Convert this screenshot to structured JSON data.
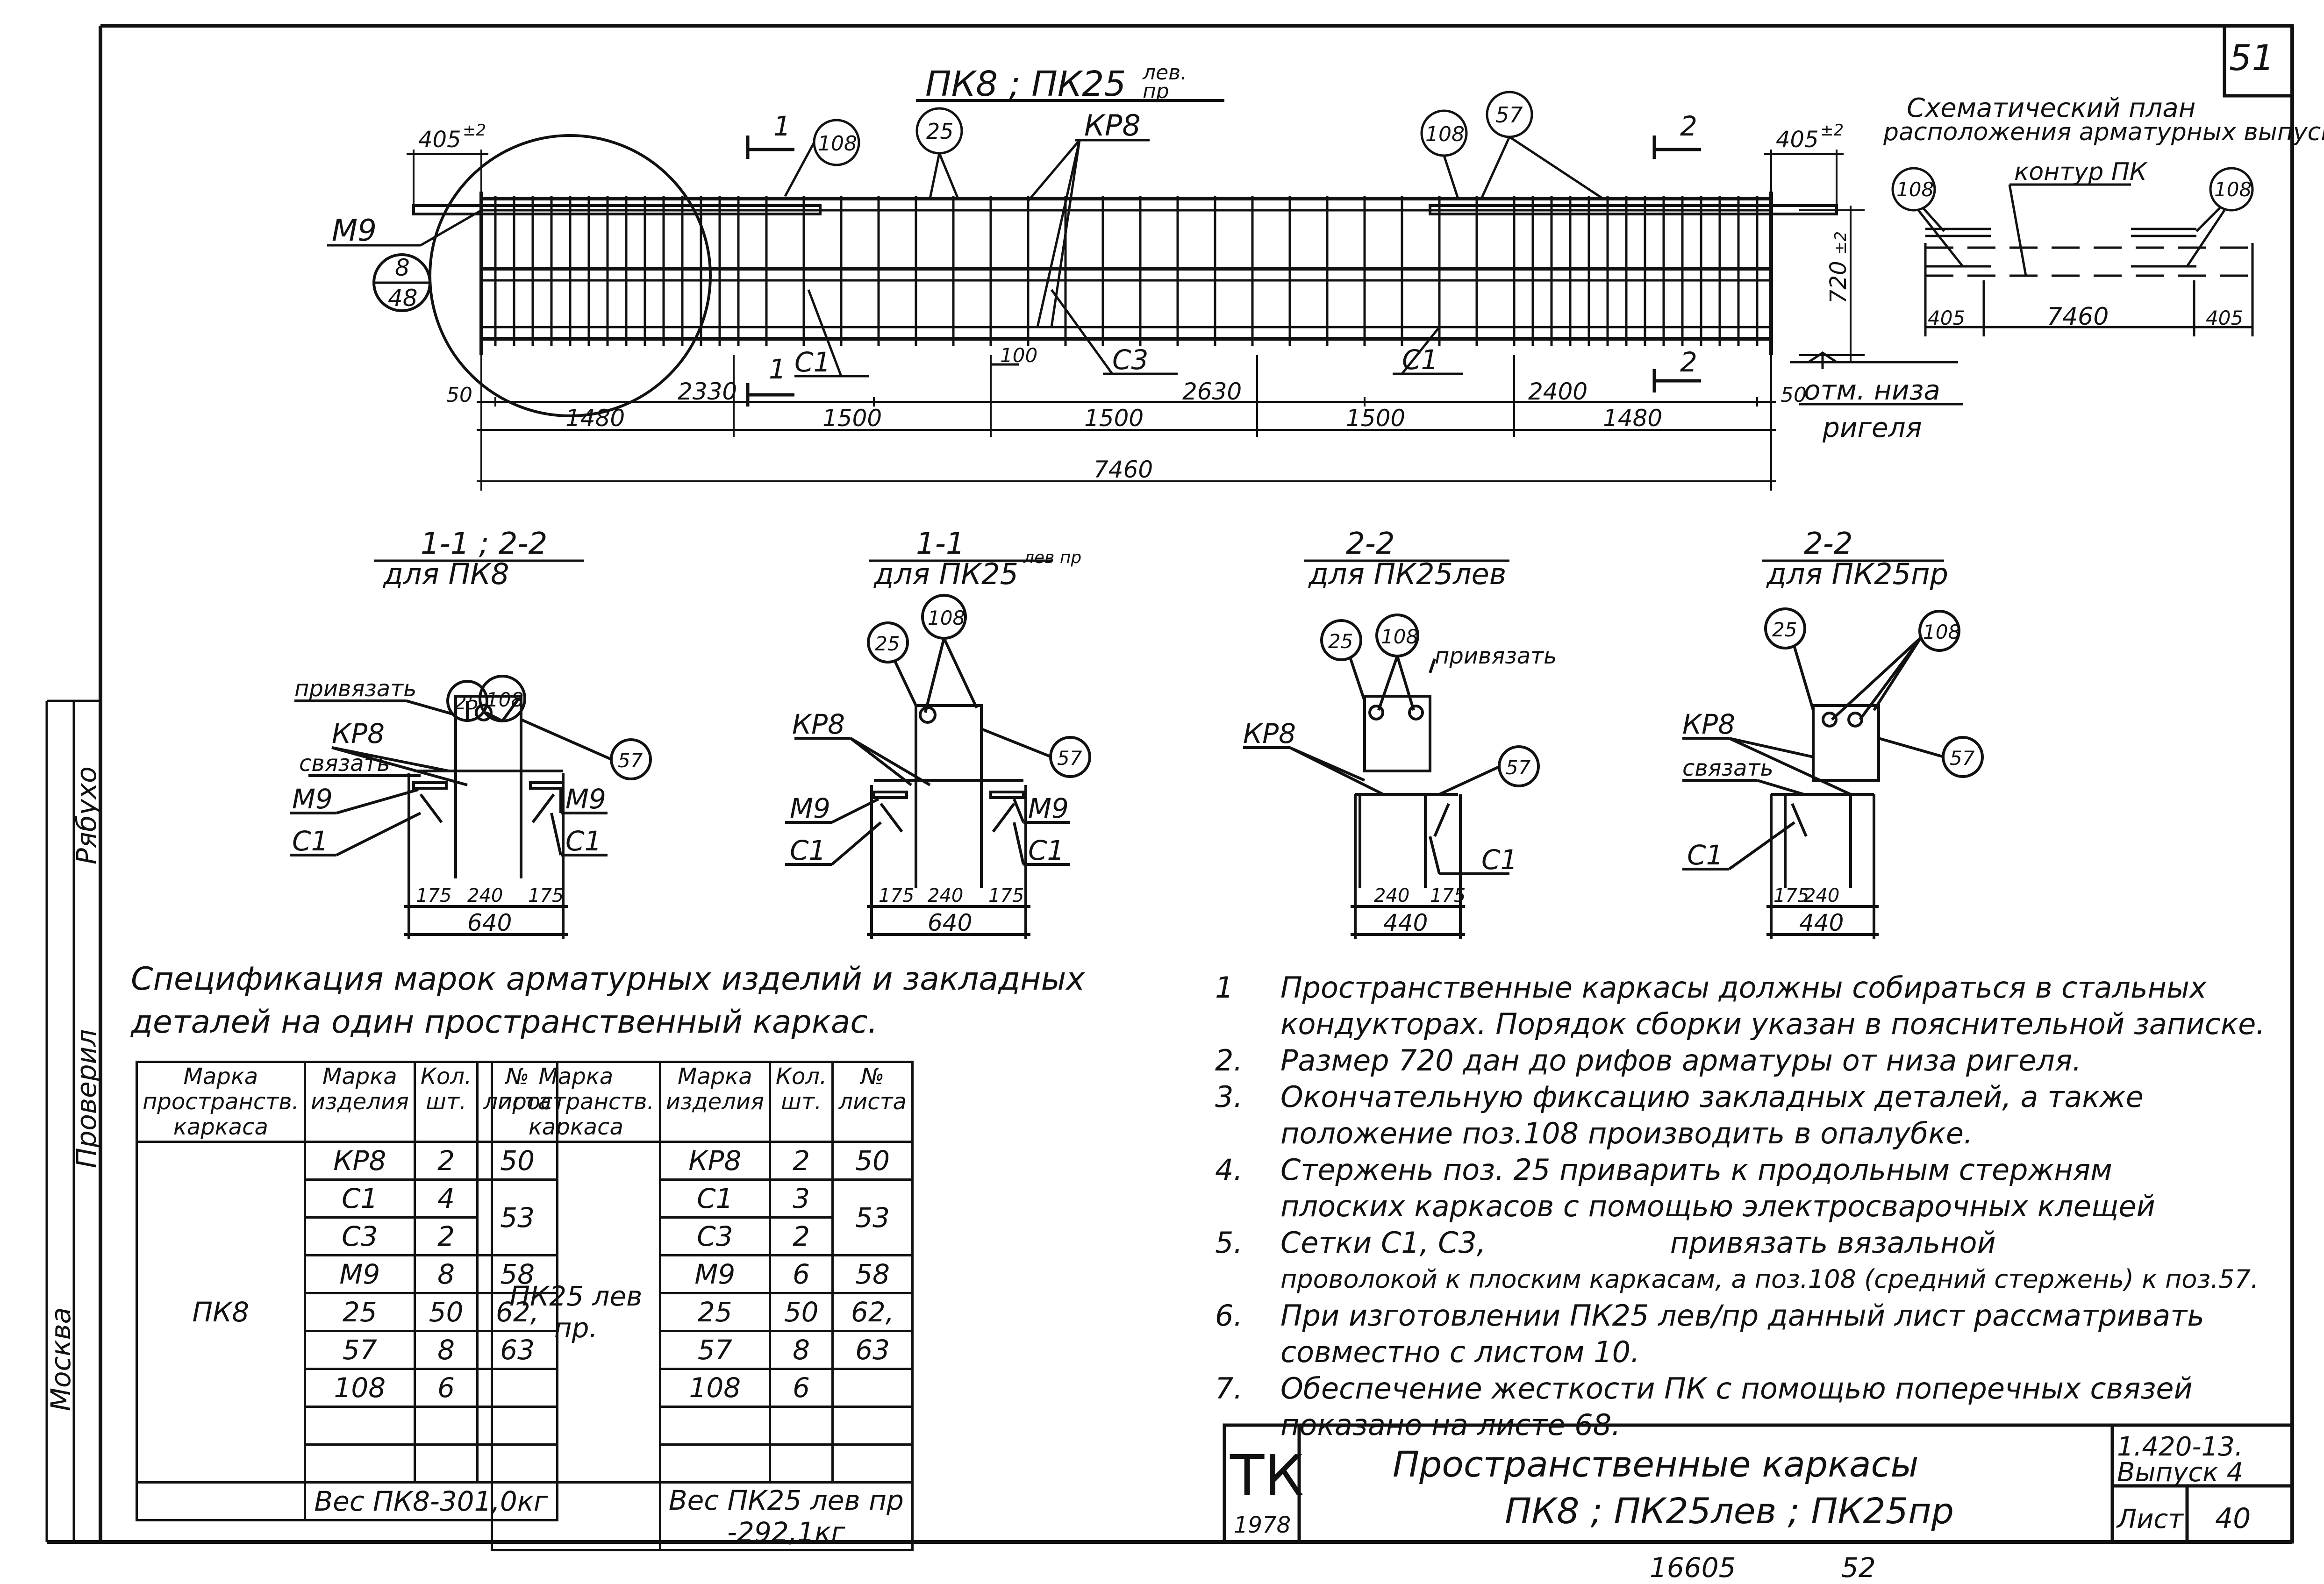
{
  "sheet": {
    "page_number": "51",
    "bottom_code": "16605",
    "bottom_page": "52"
  },
  "main_view": {
    "title": "ПК8 ; ПК25",
    "title_sub": "лев.",
    "title_sub2": "пр",
    "labels": {
      "m9": "М9",
      "callout_8_48_top": "8",
      "callout_8_48_bot": "48",
      "c108_left": "108",
      "c25": "25",
      "kp8": "КР8",
      "c108_right": "108",
      "c57": "57",
      "sec1": "1",
      "sec1b": "1",
      "sec2": "2",
      "sec2b": "2",
      "c1_left": "С1",
      "c3": "С3",
      "c1_right": "С1",
      "d100": "100",
      "d405_left": "405",
      "d405_right": "405",
      "tol": "±2",
      "d720": "720",
      "d720_tol": "±2",
      "d50_left": "50",
      "d50_right": "50",
      "d2330": "2330",
      "d2630": "2630",
      "d2400": "2400",
      "otm1": "отм. низа",
      "otm2": "ригеля"
    },
    "dims_bottom": [
      "1480",
      "1500",
      "1500",
      "1500",
      "1480"
    ],
    "dim_total": "7460"
  },
  "schematic": {
    "title1": "Схематический план",
    "title2": "расположения арматурных выпусков",
    "kontur": "контур ПК",
    "c108a": "108",
    "c108b": "108",
    "d405a": "405",
    "d7460": "7460",
    "d405b": "405"
  },
  "sections": [
    {
      "title": "1-1 ; 2-2",
      "sub": "для ПК8",
      "labels": {
        "c25": "25",
        "c108": "108",
        "c57": "57",
        "privyazat": "привязать",
        "kp8": "КР8",
        "svyazat": "связать",
        "m9a": "М9",
        "m9b": "М9",
        "c1a": "С1",
        "c1b": "С1"
      },
      "dims": [
        "175",
        "240",
        "175"
      ],
      "total": "640"
    },
    {
      "title": "1-1",
      "sub": "для ПК25",
      "sup": "лев пр",
      "labels": {
        "c25": "25",
        "c108": "108",
        "c57": "57",
        "kp8": "КР8",
        "m9a": "М9",
        "m9b": "М9",
        "c1a": "С1",
        "c1b": "С1"
      },
      "dims": [
        "175",
        "240",
        "175"
      ],
      "total": "640"
    },
    {
      "title": "2-2",
      "sub": "для ПК25лев",
      "labels": {
        "c25": "25",
        "c108": "108",
        "c57": "57",
        "privyazat": "привязать",
        "kp8": "КР8",
        "c1": "С1"
      },
      "dims": [
        "240",
        "175"
      ],
      "total": "440"
    },
    {
      "title": "2-2",
      "sub": "для ПК25пр",
      "labels": {
        "c25": "25",
        "c108": "108",
        "c57": "57",
        "kp8": "КР8",
        "svyazat": "связать",
        "c1": "С1"
      },
      "dims": [
        "175",
        "240"
      ],
      "total": "440"
    }
  ],
  "spec": {
    "title_line1": "Спецификация марок арматурных изделий и закладных",
    "title_line2": "деталей на один пространственный каркас.",
    "headers": [
      "Марка пространств. каркаса",
      "Марка изделия",
      "Кол. шт.",
      "№ листа"
    ],
    "table1": {
      "frame": "ПК8",
      "rows": [
        [
          "КР8",
          "2",
          "50"
        ],
        [
          "С1",
          "4",
          "53"
        ],
        [
          "С3",
          "2",
          ""
        ],
        [
          "М9",
          "8",
          "58"
        ],
        [
          "25",
          "50",
          "62,"
        ],
        [
          "57",
          "8",
          "63"
        ],
        [
          "108",
          "6",
          ""
        ]
      ],
      "weight": "Вес ПК8-301,0кг"
    },
    "table2": {
      "frame": "ПК25 лев пр.",
      "rows": [
        [
          "КР8",
          "2",
          "50"
        ],
        [
          "С1",
          "3",
          "53"
        ],
        [
          "С3",
          "2",
          ""
        ],
        [
          "М9",
          "6",
          "58"
        ],
        [
          "25",
          "50",
          "62,"
        ],
        [
          "57",
          "8",
          "63"
        ],
        [
          "108",
          "6",
          ""
        ]
      ],
      "weight": "Вес ПК25 лев пр -292,1кг"
    }
  },
  "notes": [
    {
      "num": "1",
      "text": "Пространственные каркасы должны собираться в стальных"
    },
    {
      "num": "",
      "text": "кондукторах. Порядок сборки указан в пояснительной записке."
    },
    {
      "num": "2.",
      "text": "Размер 720 дан до рифов арматуры от низа ригеля."
    },
    {
      "num": "3.",
      "text": "Окончательную фиксацию закладных деталей, а также"
    },
    {
      "num": "",
      "text": "положение поз.108 производить в опалубке."
    },
    {
      "num": "4.",
      "text": "Стержень поз. 25 приварить к продольным стержням"
    },
    {
      "num": "",
      "text": "плоских каркасов с помощью электросварочных клещей"
    },
    {
      "num": "5.",
      "text": "Сетки С1, С3,                    привязать вязальной"
    },
    {
      "num": "",
      "text": "проволокой к плоским каркасам, а поз.108 (средний стержень) к поз.57."
    },
    {
      "num": "6.",
      "text": "При изготовлении ПК25 лев/пр данный лист рассматривать"
    },
    {
      "num": "",
      "text": "совместно с листом 10."
    },
    {
      "num": "7.",
      "text": "Обеспечение жесткости ПК с помощью поперечных связей"
    },
    {
      "num": "",
      "text": "показано на листе 68."
    }
  ],
  "title_block": {
    "logo": "ТК",
    "year": "1978",
    "name_line1": "Пространственные каркасы",
    "name_line2": "ПК8 ; ПК25лев ; ПК25пр",
    "series": "1.420-13.",
    "issue": "Выпуск 4",
    "sheet_label": "Лист",
    "sheet_no": "40"
  },
  "side_stamp": {
    "city": "Москва",
    "checked": "Проверил",
    "name1": "Рябухо"
  }
}
